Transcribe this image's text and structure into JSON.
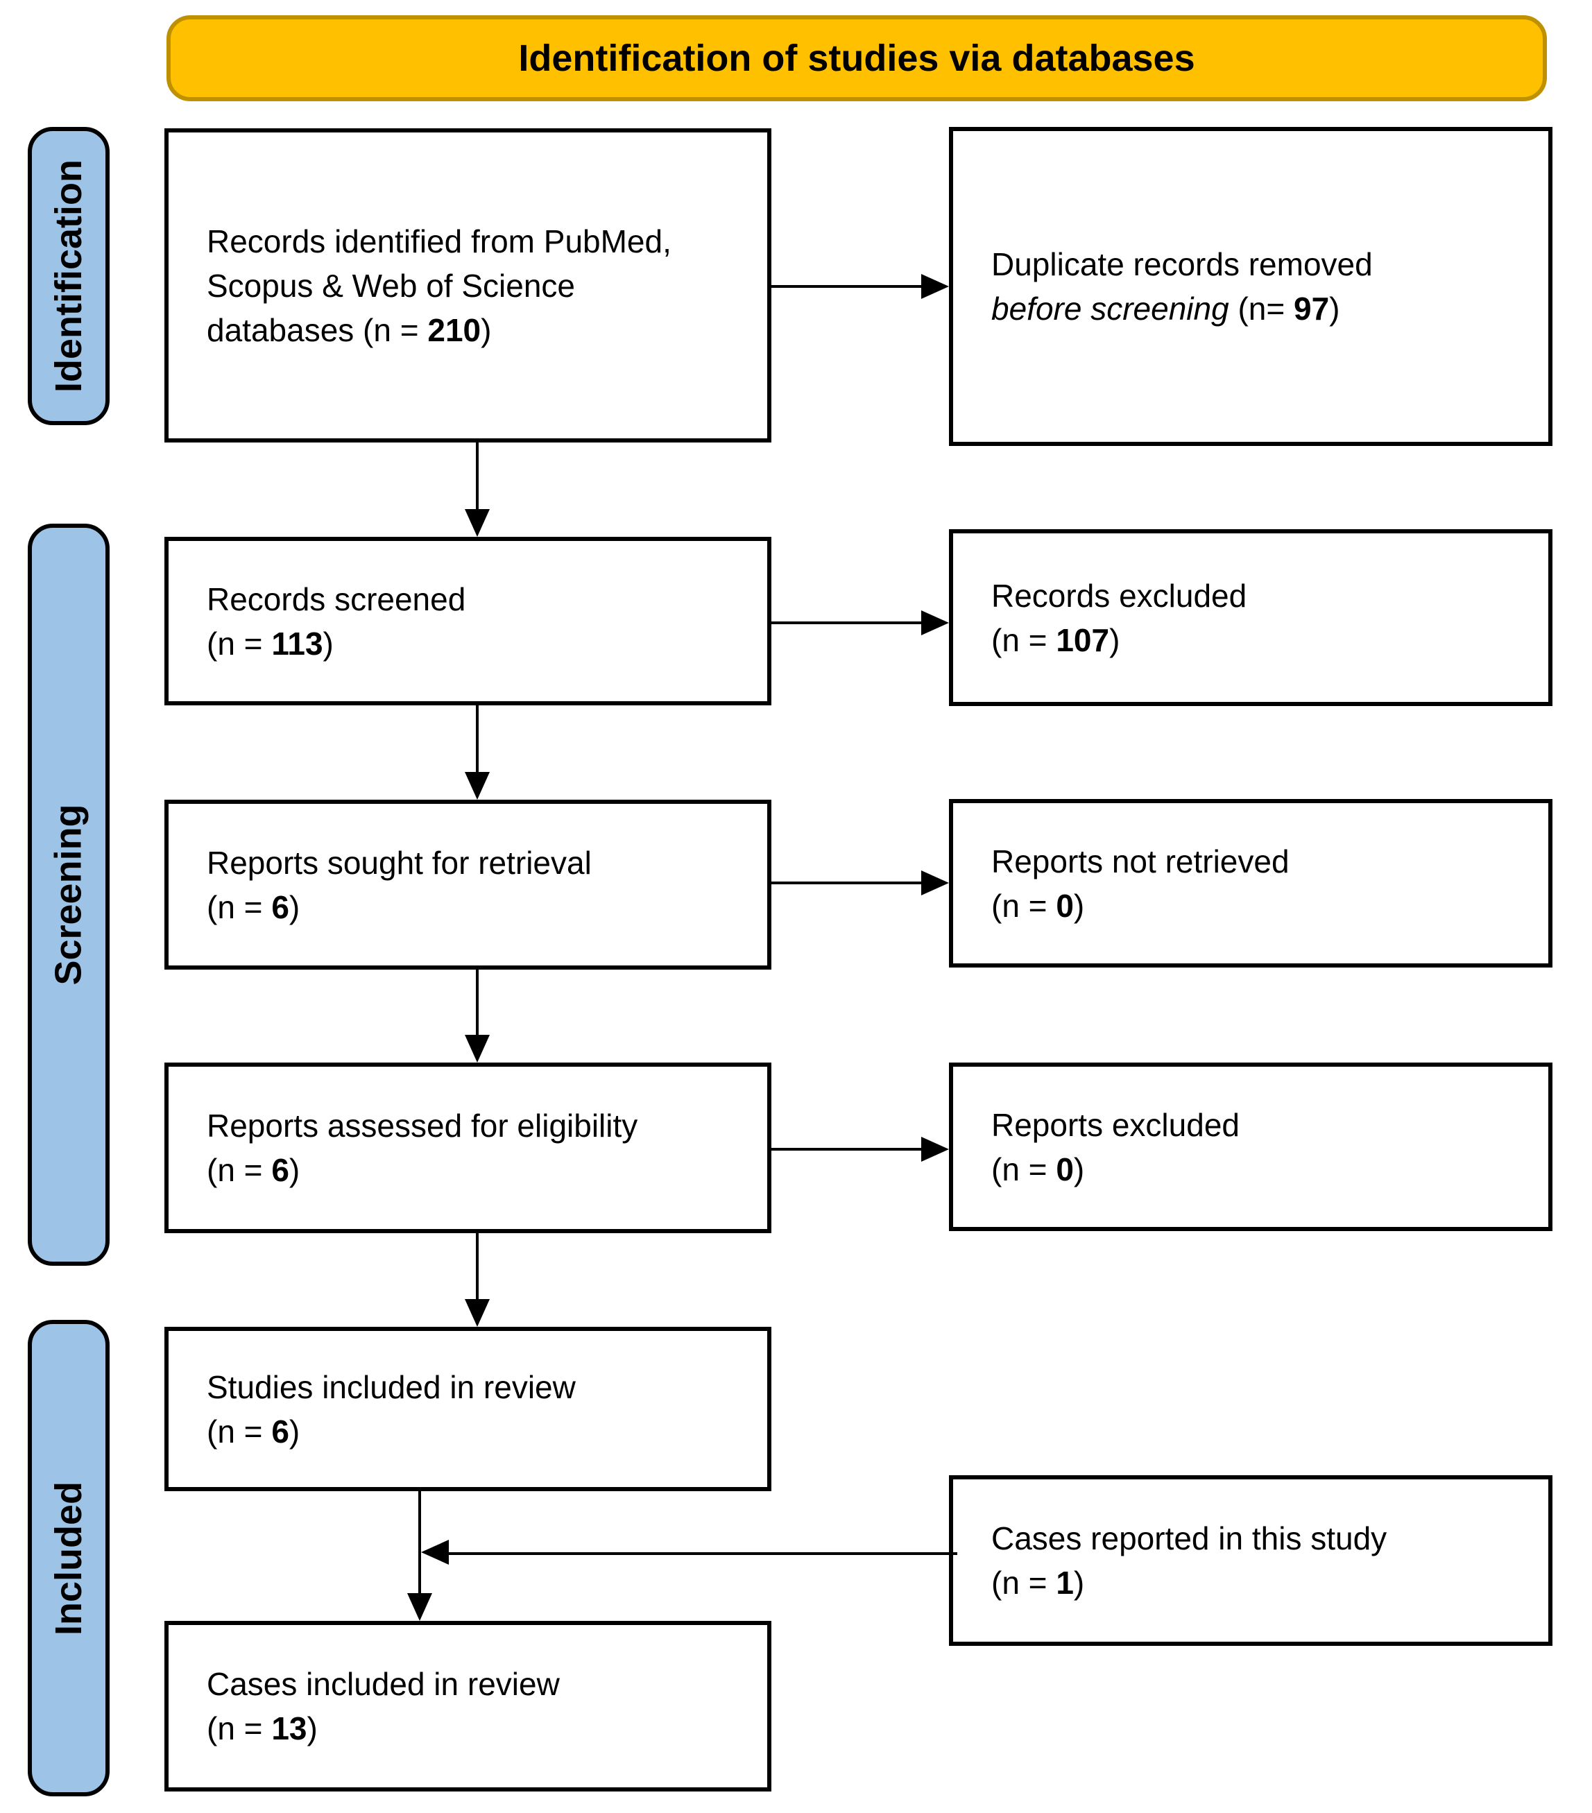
{
  "banner": {
    "title": "Identification of studies via databases"
  },
  "stages": {
    "identification": "Identification",
    "screening": "Screening",
    "included": "Included"
  },
  "boxes": {
    "records_identified": {
      "line1": "Records identified from PubMed,",
      "line2": "Scopus & Web of Science",
      "n_prefix": "databases (n = ",
      "n": "210",
      "n_suffix": ")"
    },
    "duplicates_removed": {
      "line1": "Duplicate records removed",
      "italic": "before screening",
      "n_prefix": " (n= ",
      "n": "97",
      "n_suffix": ")"
    },
    "records_screened": {
      "line1": "Records screened",
      "n_prefix": "(n = ",
      "n": "113",
      "n_suffix": ")"
    },
    "records_excluded": {
      "line1": "Records excluded",
      "n_prefix": "(n = ",
      "n": "107",
      "n_suffix": ")"
    },
    "reports_sought": {
      "line1": "Reports sought for retrieval",
      "n_prefix": "(n = ",
      "n": "6",
      "n_suffix": ")"
    },
    "reports_not_retrieved": {
      "line1": "Reports not retrieved",
      "n_prefix": "(n = ",
      "n": "0",
      "n_suffix": ")"
    },
    "reports_assessed": {
      "line1": "Reports assessed for eligibility",
      "n_prefix": "(n = ",
      "n": "6",
      "n_suffix": ")"
    },
    "reports_excluded": {
      "line1": "Reports excluded",
      "n_prefix": "(n = ",
      "n": "0",
      "n_suffix": ")"
    },
    "studies_included": {
      "line1": "Studies included in review",
      "n_prefix": "(n = ",
      "n": "6",
      "n_suffix": ")"
    },
    "cases_reported": {
      "line1": "Cases reported in this study",
      "n_prefix": "(n = ",
      "n": "1",
      "n_suffix": ")"
    },
    "cases_included": {
      "line1": "Cases included in review",
      "n_prefix": "(n = ",
      "n": "13",
      "n_suffix": ")"
    }
  },
  "colors": {
    "banner_fill": "#FFC000",
    "banner_border": "#BF9000",
    "stage_fill": "#9DC3E6",
    "box_border": "#000000",
    "arrow": "#000000",
    "text": "#000000"
  }
}
